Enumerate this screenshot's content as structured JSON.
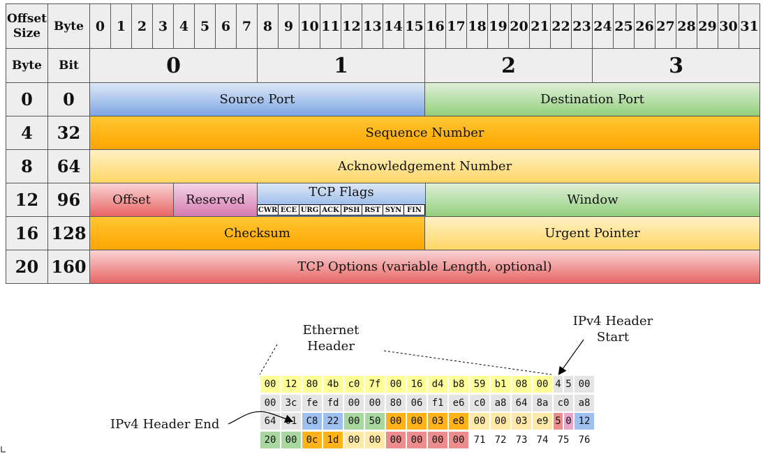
{
  "header": {
    "offset_size": "Offset\nSize",
    "byte_label": "Byte",
    "bit_numbers": [
      "0",
      "1",
      "2",
      "3",
      "4",
      "5",
      "6",
      "7",
      "8",
      "9",
      "10",
      "11",
      "12",
      "13",
      "14",
      "15",
      "16",
      "17",
      "18",
      "19",
      "20",
      "21",
      "22",
      "23",
      "24",
      "25",
      "26",
      "27",
      "28",
      "29",
      "30",
      "31"
    ],
    "row2_byte": "Byte",
    "row2_bit": "Bit",
    "byte_groups": [
      "0",
      "1",
      "2",
      "3"
    ]
  },
  "rows": [
    {
      "byte": "0",
      "bit": "0"
    },
    {
      "byte": "4",
      "bit": "32"
    },
    {
      "byte": "8",
      "bit": "64"
    },
    {
      "byte": "12",
      "bit": "96"
    },
    {
      "byte": "16",
      "bit": "128"
    },
    {
      "byte": "20",
      "bit": "160"
    }
  ],
  "fields": {
    "source_port": "Source Port",
    "destination_port": "Destination Port",
    "sequence_number": "Sequence Number",
    "acknowledgement_number": "Acknowledgement Number",
    "offset": "Offset",
    "reserved": "Reserved",
    "tcp_flags": "TCP Flags",
    "window": "Window",
    "checksum": "Checksum",
    "urgent_pointer": "Urgent Pointer",
    "tcp_options": "TCP Options (variable Length, optional)"
  },
  "flags": [
    "CWR",
    "ECE",
    "URG",
    "ACK",
    "PSH",
    "RST",
    "SYN",
    "FIN"
  ],
  "annotations": {
    "ethernet_header": "Ethernet\nHeader",
    "ipv4_start": "IPv4 Header\nStart",
    "ipv4_end": "IPv4 Header End"
  },
  "colors": {
    "blue": "#7da6e3",
    "green": "#93cf7c",
    "orange": "#ffa500",
    "light_orange": "#ffd766",
    "red": "#e96666",
    "pink": "#d57ab0",
    "ethernet_yellow": "#ffff99"
  },
  "hexdump": [
    [
      {
        "v": "00",
        "c": "yellow"
      },
      {
        "v": "12",
        "c": "yellow"
      },
      {
        "v": "80",
        "c": "yellow"
      },
      {
        "v": "4b",
        "c": "yellow"
      },
      {
        "v": "c0",
        "c": "yellow"
      },
      {
        "v": "7f",
        "c": "yellow"
      },
      {
        "v": "00",
        "c": "yellow"
      },
      {
        "v": "16",
        "c": "yellow"
      },
      {
        "v": "d4",
        "c": "yellow"
      },
      {
        "v": "b8",
        "c": "yellow"
      },
      {
        "v": "59",
        "c": "yellow"
      },
      {
        "v": "b1",
        "c": "yellow"
      },
      {
        "v": "08",
        "c": "yellow"
      },
      {
        "v": "00",
        "c": "yellow"
      },
      {
        "v": "4",
        "c": "gray",
        "n": true
      },
      {
        "v": "5",
        "c": "gray",
        "n": true
      },
      {
        "v": "00",
        "c": "gray"
      }
    ],
    [
      {
        "v": "00",
        "c": "gray"
      },
      {
        "v": "3c",
        "c": "gray"
      },
      {
        "v": "fe",
        "c": "gray"
      },
      {
        "v": "fd",
        "c": "gray"
      },
      {
        "v": "00",
        "c": "gray"
      },
      {
        "v": "00",
        "c": "gray"
      },
      {
        "v": "80",
        "c": "gray"
      },
      {
        "v": "06",
        "c": "gray"
      },
      {
        "v": "f1",
        "c": "gray"
      },
      {
        "v": "e6",
        "c": "gray"
      },
      {
        "v": "c0",
        "c": "gray"
      },
      {
        "v": "a8",
        "c": "gray"
      },
      {
        "v": "64",
        "c": "gray"
      },
      {
        "v": "8a",
        "c": "gray"
      },
      {
        "v": "c0",
        "c": "gray"
      },
      {
        "v": "a8",
        "c": "gray"
      }
    ],
    [
      {
        "v": "64",
        "c": "gray"
      },
      {
        "v": "01",
        "c": "gray"
      },
      {
        "v": "C8",
        "c": "blue"
      },
      {
        "v": "22",
        "c": "blue"
      },
      {
        "v": "00",
        "c": "green"
      },
      {
        "v": "50",
        "c": "green"
      },
      {
        "v": "00",
        "c": "orange"
      },
      {
        "v": "00",
        "c": "orange"
      },
      {
        "v": "03",
        "c": "orange"
      },
      {
        "v": "e8",
        "c": "orange"
      },
      {
        "v": "00",
        "c": "lorange"
      },
      {
        "v": "00",
        "c": "lorange"
      },
      {
        "v": "03",
        "c": "lorange"
      },
      {
        "v": "e9",
        "c": "lorange"
      },
      {
        "v": "5",
        "c": "red",
        "n": true
      },
      {
        "v": "0",
        "c": "pink",
        "n": true
      },
      {
        "v": "12",
        "c": "blue"
      }
    ],
    [
      {
        "v": "20",
        "c": "green"
      },
      {
        "v": "00",
        "c": "green"
      },
      {
        "v": "0c",
        "c": "orange"
      },
      {
        "v": "1d",
        "c": "orange"
      },
      {
        "v": "00",
        "c": "lorange"
      },
      {
        "v": "00",
        "c": "lorange"
      },
      {
        "v": "00",
        "c": "red"
      },
      {
        "v": "00",
        "c": "red"
      },
      {
        "v": "00",
        "c": "red"
      },
      {
        "v": "00",
        "c": "red"
      },
      {
        "v": "71",
        "c": "none"
      },
      {
        "v": "72",
        "c": "none"
      },
      {
        "v": "73",
        "c": "none"
      },
      {
        "v": "74",
        "c": "none"
      },
      {
        "v": "75",
        "c": "none"
      },
      {
        "v": "76",
        "c": "none"
      }
    ]
  ]
}
